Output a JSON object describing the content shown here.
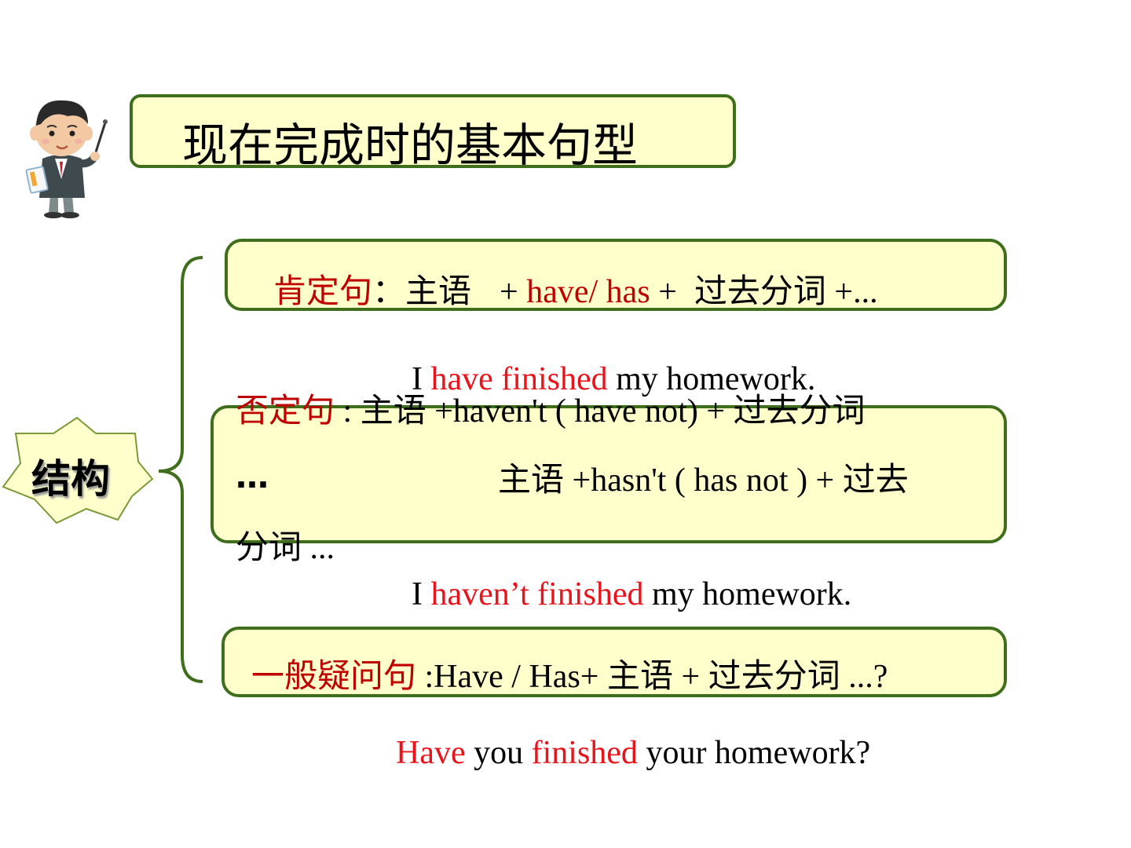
{
  "title": "现在完成时的基本句型",
  "structure_label": "结构",
  "affirmative": {
    "label": "肯定句",
    "colon": "：",
    "subject": "主语",
    "plus1": "+ ",
    "have_has": "have/ has",
    "plus2": " +",
    "participle": "过去分词",
    "tail": " +...",
    "example": {
      "pre": "I ",
      "verb": "have finished",
      "post": " my homework."
    }
  },
  "negative": {
    "label": "否定句",
    "sep": " : ",
    "subject": "主语",
    "form1": " +haven't ( have  not) + ",
    "participle": "过去分词",
    "dots": "…",
    "subject2": "主语",
    "form2": " +hasn't ( has  not )  + ",
    "participle2_a": "过去",
    "participle2_b": "分词",
    "tail": " ...",
    "example": {
      "pre": "I ",
      "verb": "haven’t finished",
      "post": " my homework."
    }
  },
  "question": {
    "label": "一般疑问句",
    "form1": " :Have / Has+ ",
    "subject": "主语",
    "plus": " + ",
    "participle": "过去分词",
    "tail": " ...?",
    "example": {
      "aux": "Have",
      "mid": " you ",
      "verb": "finished",
      "post": " your homework?"
    }
  },
  "colors": {
    "box_fill": "#ffffcc",
    "box_border": "#3f6f1c",
    "label_red": "#c00000",
    "example_red": "#e8141b"
  },
  "icons": {
    "teacher": "teacher-with-pointer-icon",
    "starburst": "starburst-badge-icon",
    "brace": "curly-brace-icon"
  }
}
